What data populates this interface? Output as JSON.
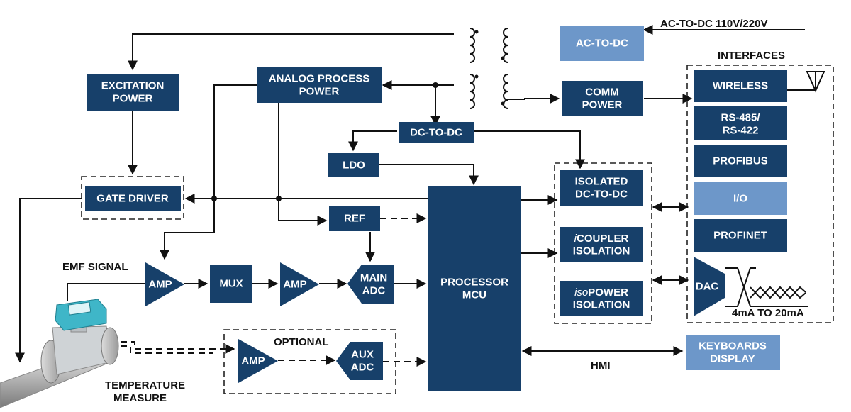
{
  "blocks": {
    "ac_to_dc": "AC-TO-DC",
    "excitation_power_1": "EXCITATION",
    "excitation_power_2": "POWER",
    "analog_process_power_1": "ANALOG PROCESS",
    "analog_process_power_2": "POWER",
    "comm_power_1": "COMM",
    "comm_power_2": "POWER",
    "dc_to_dc": "DC-TO-DC",
    "ldo": "LDO",
    "gate_driver": "GATE DRIVER",
    "ref": "REF",
    "amp_input": "AMP",
    "mux": "MUX",
    "amp_second": "AMP",
    "main_adc_1": "MAIN",
    "main_adc_2": "ADC",
    "processor_1": "PROCESSOR",
    "processor_2": "MCU",
    "isolated_dcdc_1": "ISOLATED",
    "isolated_dcdc_2": "DC-TO-DC",
    "icoupler_prefix": "i",
    "icoupler_rest": "COUPLER",
    "icoupler_2": "ISOLATION",
    "isopower_prefix": "iso",
    "isopower_rest": "POWER",
    "isopower_2": "ISOLATION",
    "amp_aux": "AMP",
    "aux_adc_1": "AUX",
    "aux_adc_2": "ADC",
    "wireless": "WIRELESS",
    "rs485_1": "RS-485/",
    "rs485_2": "RS-422",
    "profibus": "PROFIBUS",
    "io": "I/O",
    "profinet": "PROFINET",
    "dac": "DAC",
    "keyboards_1": "KEYBOARDS",
    "keyboards_2": "DISPLAY"
  },
  "labels": {
    "ac_input": "AC-TO-DC 110V/220V",
    "interfaces": "INTERFACES",
    "emf_signal": "EMF SIGNAL",
    "optional": "OPTIONAL",
    "hmi": "HMI",
    "current_loop": "4mA TO 20mA",
    "temperature_1": "TEMPERATURE",
    "temperature_2": "MEASURE"
  },
  "colors": {
    "block": "#17406a",
    "block_light": "#6d97c9"
  }
}
